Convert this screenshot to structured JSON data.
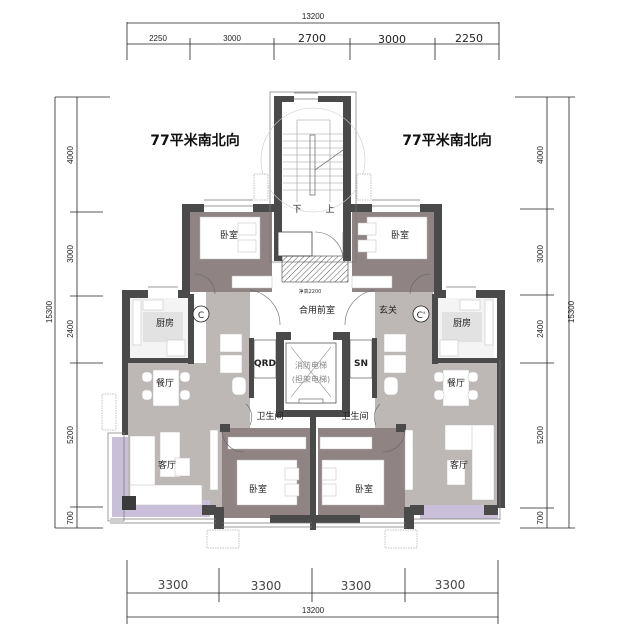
{
  "titles": {
    "left_unit": "77平米南北向",
    "right_unit": "77平米南北向"
  },
  "dimensions": {
    "top_total": "13200",
    "top_segments": [
      "2250",
      "3000",
      "2700",
      "3000",
      "2250"
    ],
    "bottom_segments": [
      "3300",
      "3300",
      "3300",
      "3300"
    ],
    "bottom_total": "13200",
    "left_total": "15300",
    "left_segments": [
      "4000",
      "3000",
      "2400",
      "5200",
      "700"
    ],
    "right_total": "15300",
    "right_segments": [
      "4000",
      "3000",
      "2400",
      "5200",
      "700"
    ]
  },
  "rooms": {
    "left_bedroom_north": "卧室",
    "right_bedroom_north": "卧室",
    "left_kitchen": "厨房",
    "right_kitchen": "厨房",
    "left_dining": "餐厅",
    "right_dining": "餐厅",
    "left_living": "客厅",
    "right_living": "客厅",
    "left_bathroom": "卫生间",
    "right_bathroom": "卫生间",
    "left_bedroom_south": "卧室",
    "right_bedroom_south": "卧室",
    "lobby": "合用前室",
    "right_entry": "玄关",
    "qrd": "QRD",
    "sn": "SN",
    "elevator_line1": "消防电梯",
    "elevator_line2": "(担架电梯)",
    "stair_down": "下",
    "stair_up": "上",
    "shaft_note": "净高2200"
  },
  "markers": {
    "left_unit_mark": "C",
    "right_unit_mark": "C'"
  },
  "colors": {
    "wall": "#4a4a4a",
    "floor_living": "#bdb7b6",
    "floor_bedroom": "#8f8384",
    "balcony": "#c9bfd8",
    "kitchen_floor": "#f2f2f2",
    "dim_line": "#222222"
  }
}
